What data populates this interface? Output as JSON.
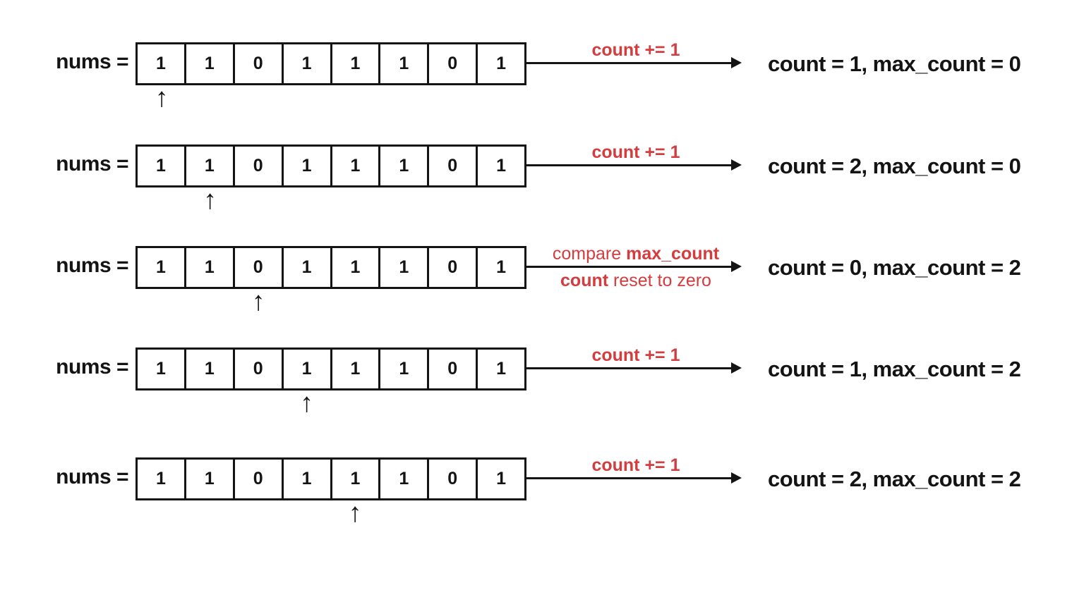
{
  "colors": {
    "accent_red": "#d43c3e",
    "ink": "#141414"
  },
  "icons": {
    "pointer_up": "↑"
  },
  "rows": [
    {
      "label": "nums =",
      "values": [
        "1",
        "1",
        "0",
        "1",
        "1",
        "1",
        "0",
        "1"
      ],
      "pointer_index": 0,
      "above": [
        {
          "t": "count += 1",
          "b": true
        }
      ],
      "below": [],
      "result": "count = 1, max_count = 0"
    },
    {
      "label": "nums =",
      "values": [
        "1",
        "1",
        "0",
        "1",
        "1",
        "1",
        "0",
        "1"
      ],
      "pointer_index": 1,
      "above": [
        {
          "t": "count += 1",
          "b": true
        }
      ],
      "below": [],
      "result": "count = 2, max_count = 0"
    },
    {
      "label": "nums =",
      "values": [
        "1",
        "1",
        "0",
        "1",
        "1",
        "1",
        "0",
        "1"
      ],
      "pointer_index": 2,
      "above": [
        {
          "t": "compare ",
          "b": false
        },
        {
          "t": "max_count",
          "b": true
        }
      ],
      "below": [
        {
          "t": "count",
          "b": true
        },
        {
          "t": " reset to zero",
          "b": false
        }
      ],
      "result": "count = 0, max_count = 2"
    },
    {
      "label": "nums =",
      "values": [
        "1",
        "1",
        "0",
        "1",
        "1",
        "1",
        "0",
        "1"
      ],
      "pointer_index": 3,
      "above": [
        {
          "t": "count += 1",
          "b": true
        }
      ],
      "below": [],
      "result": "count = 1, max_count = 2"
    },
    {
      "label": "nums =",
      "values": [
        "1",
        "1",
        "0",
        "1",
        "1",
        "1",
        "0",
        "1"
      ],
      "pointer_index": 4,
      "above": [
        {
          "t": "count += 1",
          "b": true
        }
      ],
      "below": [],
      "result": "count = 2, max_count = 2"
    }
  ]
}
